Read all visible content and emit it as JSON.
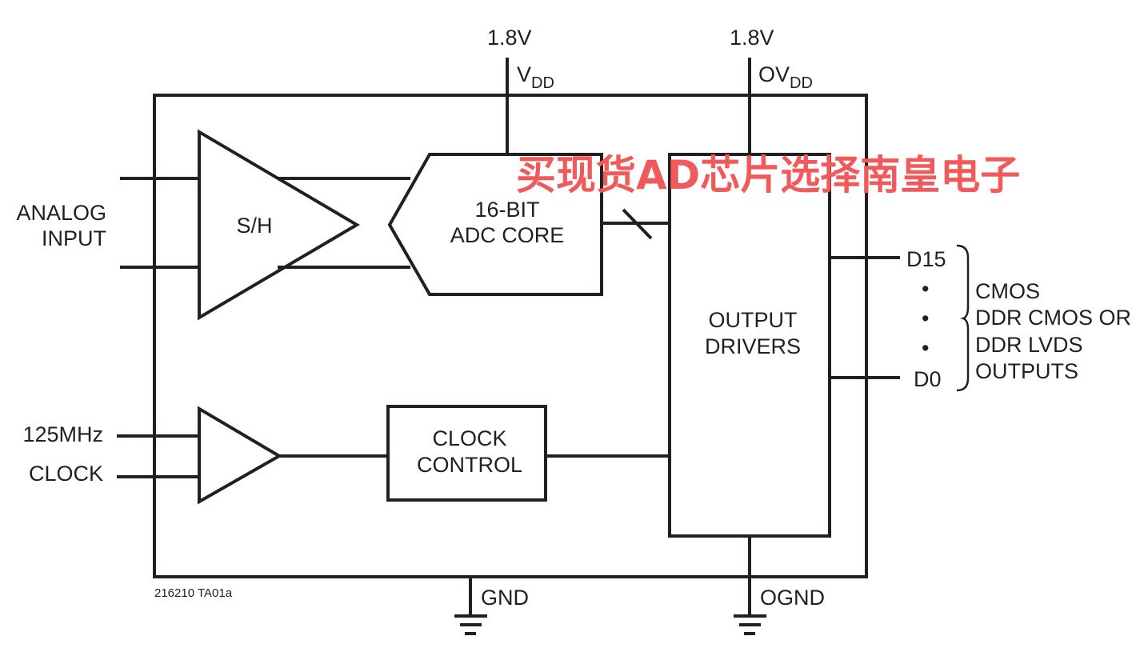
{
  "supply": {
    "vdd_voltage": "1.8V",
    "vdd_label": "V",
    "vdd_sub": "DD",
    "ovdd_voltage": "1.8V",
    "ovdd_label": "OV",
    "ovdd_sub": "DD"
  },
  "inputs": {
    "analog_line1": "ANALOG",
    "analog_line2": "INPUT",
    "clock_line1": "125MHz",
    "clock_line2": "CLOCK"
  },
  "blocks": {
    "sh": "S/H",
    "adc_line1": "16-BIT",
    "adc_line2": "ADC CORE",
    "clock_line1": "CLOCK",
    "clock_line2": "CONTROL",
    "output_line1": "OUTPUT",
    "output_line2": "DRIVERS"
  },
  "outputs": {
    "d15": "D15",
    "d0": "D0",
    "bullet": "•",
    "desc_line1": "CMOS",
    "desc_line2": "DDR CMOS OR",
    "desc_line3": "DDR LVDS",
    "desc_line4": "OUTPUTS"
  },
  "grounds": {
    "gnd": "GND",
    "ognd": "OGND"
  },
  "figure_id": "216210 TA01a",
  "watermark": {
    "text": "买现货AD芯片选择南皇电子",
    "color": "#f15a5a"
  },
  "colors": {
    "line": "#231f20",
    "background": "#ffffff"
  }
}
